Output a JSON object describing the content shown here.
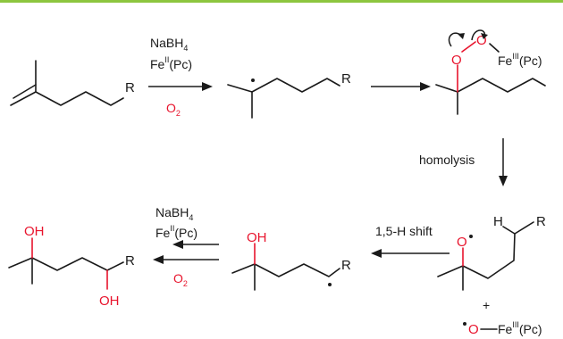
{
  "colors": {
    "rule": "#8dc63f",
    "heteroatom": "#e8142d",
    "ink": "#1a1a1a"
  },
  "labels": {
    "r": "R",
    "oh": "OH",
    "o": "O",
    "h": "H",
    "plus": "+",
    "fe": "Fe",
    "fe2_ox": "II",
    "fe3_ox": "III",
    "pc": "(Pc)",
    "nabh": "NaBH",
    "four": "4",
    "o2_o": "O",
    "two": "2"
  },
  "reagents": {
    "homolysis": "homolysis",
    "shift": "1,5-H shift"
  }
}
